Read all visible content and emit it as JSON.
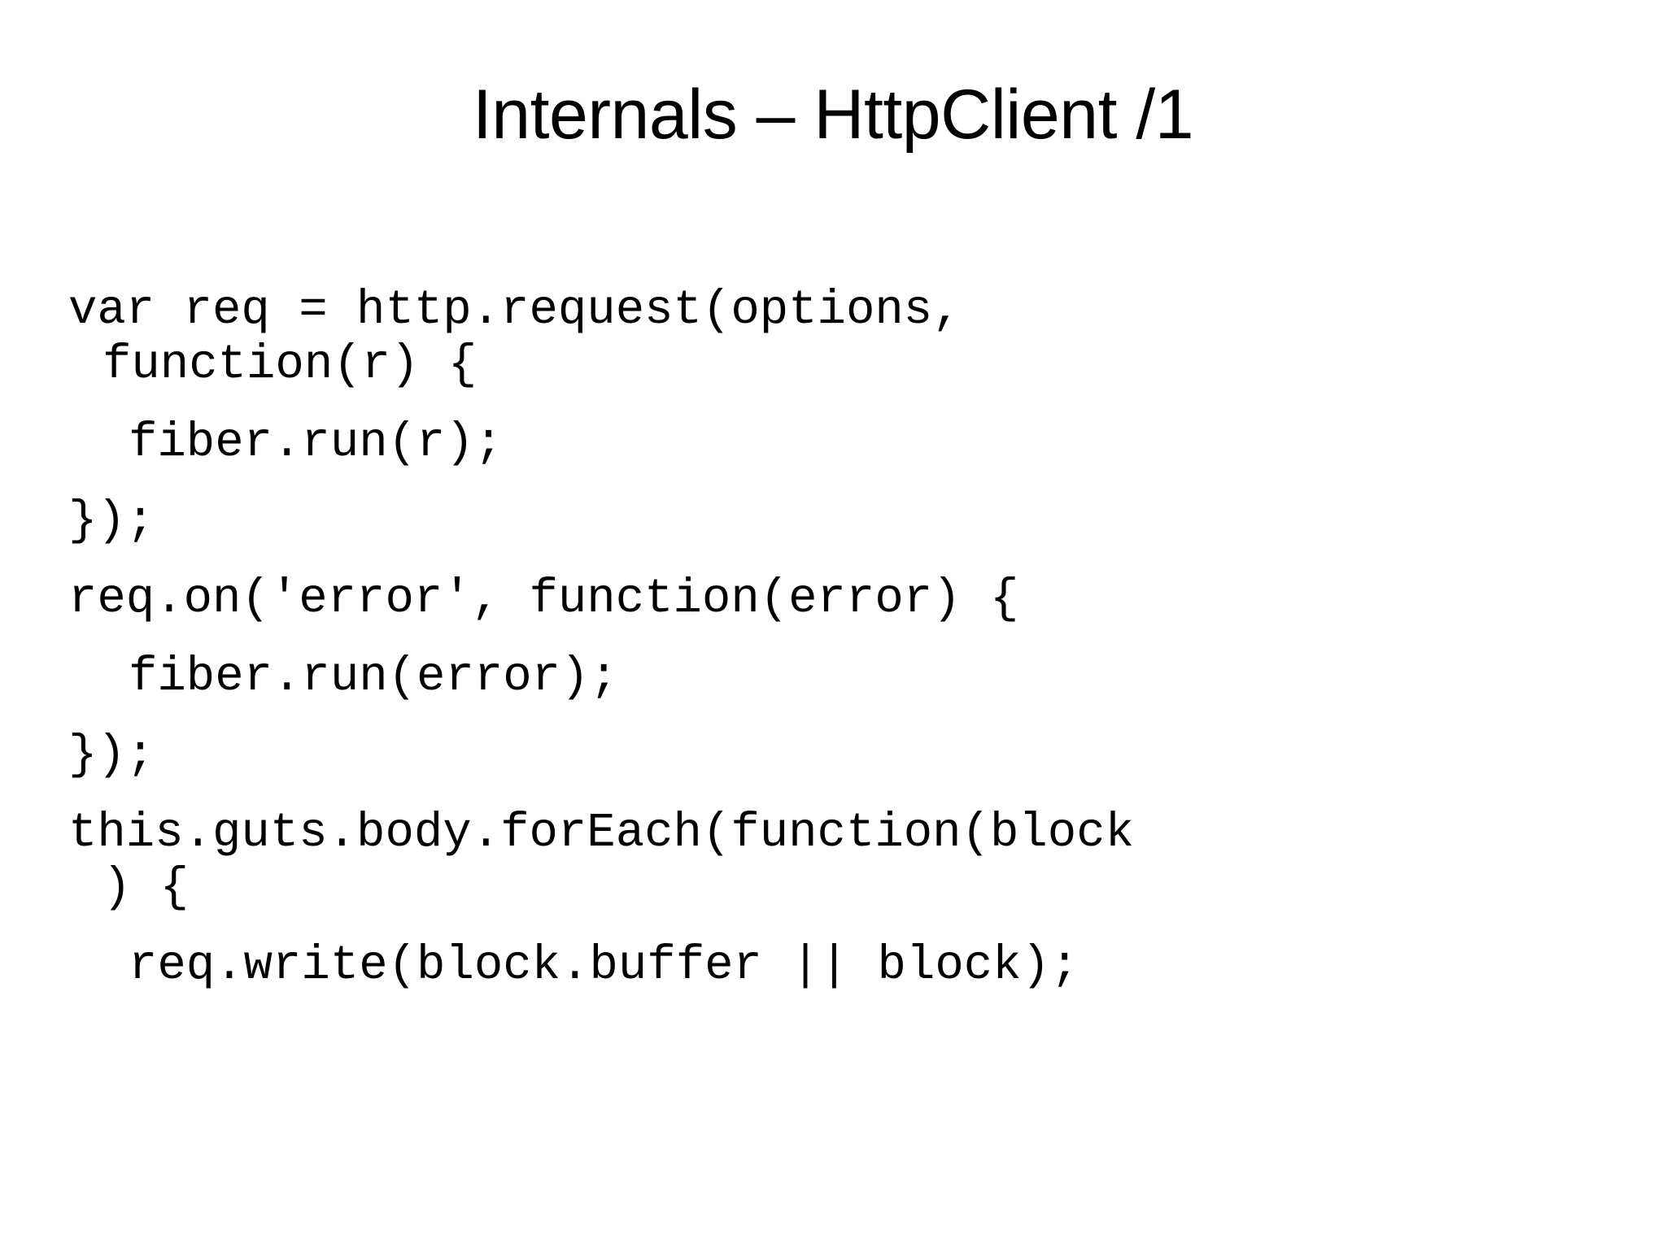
{
  "slide": {
    "title": "Internals – HttpClient /1",
    "background_color": "#ffffff",
    "text_color": "#000000",
    "code_lines": [
      {
        "text": "var req = http.request(options,",
        "indent": 0,
        "wrapped": false
      },
      {
        "text": "function(r) {",
        "indent": 0,
        "wrapped": true
      },
      {
        "text": "fiber.run(r);",
        "indent": 1,
        "wrapped": false
      },
      {
        "text": "});",
        "indent": 0,
        "wrapped": false
      },
      {
        "text": "req.on('error', function(error) {",
        "indent": 0,
        "wrapped": false
      },
      {
        "text": "fiber.run(error);",
        "indent": 1,
        "wrapped": false
      },
      {
        "text": "});",
        "indent": 0,
        "wrapped": false
      },
      {
        "text": "this.guts.body.forEach(function(block",
        "indent": 0,
        "wrapped": false
      },
      {
        "text": ") {",
        "indent": 0,
        "wrapped": true
      },
      {
        "text": "req.write(block.buffer || block);",
        "indent": 1,
        "wrapped": false
      }
    ]
  }
}
